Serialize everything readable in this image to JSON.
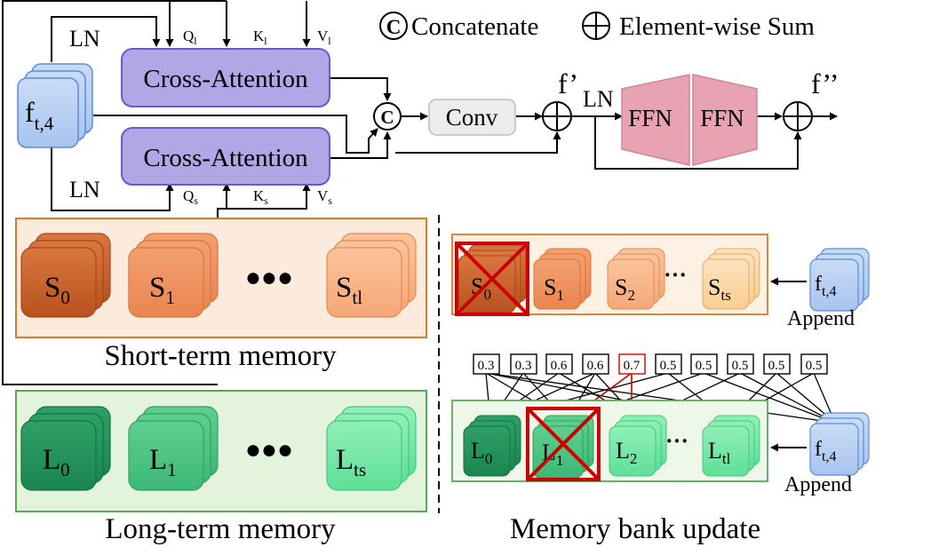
{
  "legend": {
    "concat_symbol": "C",
    "concat_label": "Concatenate",
    "sum_label": "Element-wise Sum"
  },
  "top": {
    "ln_top": "LN",
    "ln_bottom": "LN",
    "ln_ffn": "LN",
    "q_l": "Q",
    "q_l_sub": "l",
    "k_l": "K",
    "k_l_sub": "l",
    "v_l": "V",
    "v_l_sub": "l",
    "q_s": "Q",
    "q_s_sub": "s",
    "k_s": "K",
    "k_s_sub": "s",
    "v_s": "V",
    "v_s_sub": "s",
    "cross_attention_top": "Cross-Attention",
    "cross_attention_bottom": "Cross-Attention",
    "feature": "f",
    "feature_sub": "t,4",
    "concat_node": "C",
    "conv": "Conv",
    "f_prime": "f’",
    "f_double_prime": "f’’",
    "ffn1": "FFN",
    "ffn2": "FFN"
  },
  "short_term": {
    "caption": "Short-term memory",
    "items": [
      {
        "base": "S",
        "sub": "0"
      },
      {
        "base": "S",
        "sub": "1"
      },
      {
        "base": "S",
        "sub": "tl"
      }
    ],
    "dots": "●●●"
  },
  "long_term": {
    "caption": "Long-term memory",
    "items": [
      {
        "base": "L",
        "sub": "0"
      },
      {
        "base": "L",
        "sub": "1"
      },
      {
        "base": "L",
        "sub": "ts"
      }
    ],
    "dots": "●●●"
  },
  "update": {
    "caption": "Memory bank update",
    "short_items": [
      {
        "base": "S",
        "sub": "0",
        "removed": true
      },
      {
        "base": "S",
        "sub": "1"
      },
      {
        "base": "S",
        "sub": "2"
      },
      {
        "base": "S",
        "sub": "ts"
      }
    ],
    "long_items": [
      {
        "base": "L",
        "sub": "0"
      },
      {
        "base": "L",
        "sub": "1",
        "removed": true
      },
      {
        "base": "L",
        "sub": "2"
      },
      {
        "base": "L",
        "sub": "tl"
      }
    ],
    "ellipsis": "···",
    "append_label": "Append",
    "append_label_2": "Append",
    "append_feature": "f",
    "append_feature_sub": "t,4",
    "scores": [
      "0.3",
      "0.3",
      "0.6",
      "0.6",
      "0.7",
      "0.5",
      "0.5",
      "0.5",
      "0.5",
      "0.5"
    ],
    "highlight_score_index": 4
  },
  "colors": {
    "attention_fill": "#b3a6e6",
    "attention_stroke": "#6a5acd",
    "feature_fill": "#b8cff2",
    "feature_stroke": "#5b8bd9",
    "ffn_fill": "#e8a3b3",
    "conv_fill": "#ececec",
    "short_panel": "#fcebdc",
    "short_panel_stroke": "#d97a2a",
    "long_panel": "#e4f4dc",
    "long_panel_stroke": "#5aa85a",
    "cross_red": "#cc0000"
  }
}
